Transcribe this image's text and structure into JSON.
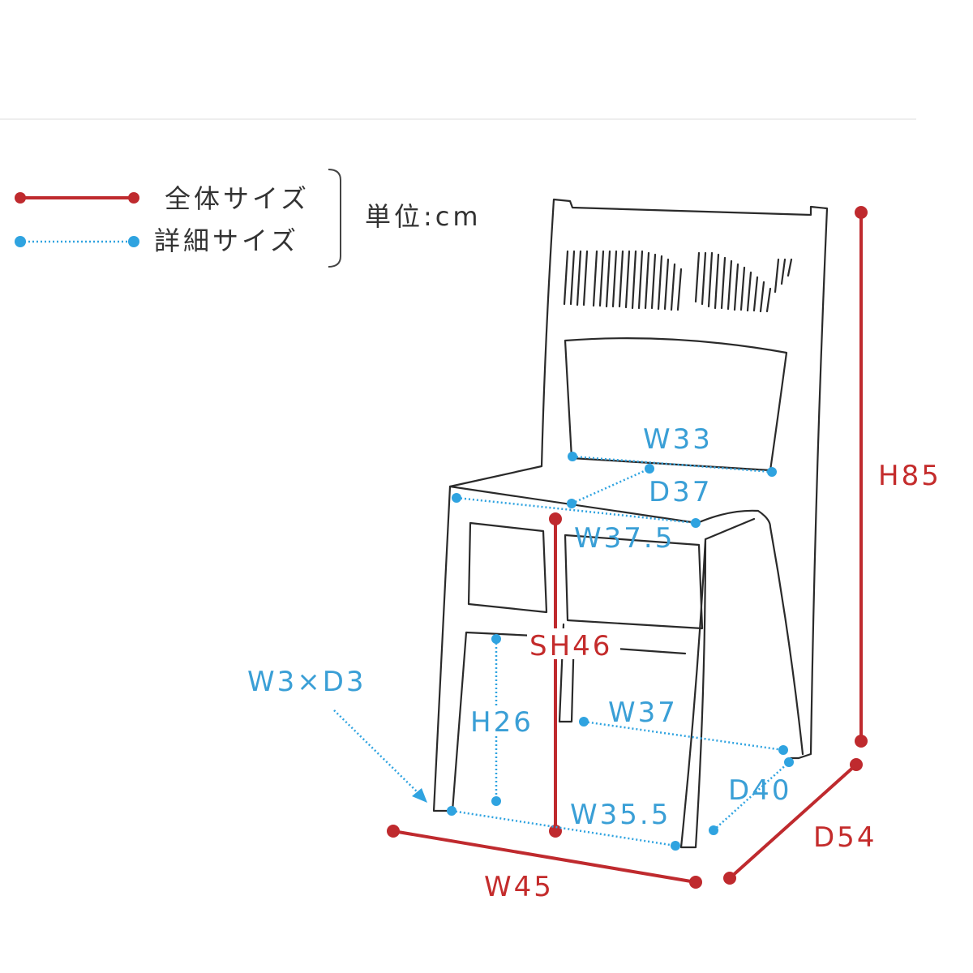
{
  "legend": {
    "overall_label": "全体サイズ",
    "detail_label": "詳細サイズ",
    "unit": "単位:cm",
    "overall_color": "#bf2a2e",
    "detail_color": "#2fa3e0"
  },
  "dimensions": {
    "height": "H85",
    "seat_height": "SH46",
    "width": "W45",
    "depth": "D54",
    "backrest_width": "W33",
    "seat_depth": "D37",
    "seat_width": "W37.5",
    "rail_height": "H26",
    "inner_width_back": "W37",
    "inner_depth": "D40",
    "inner_width_front": "W35.5",
    "leg_size": "W3×D3"
  }
}
